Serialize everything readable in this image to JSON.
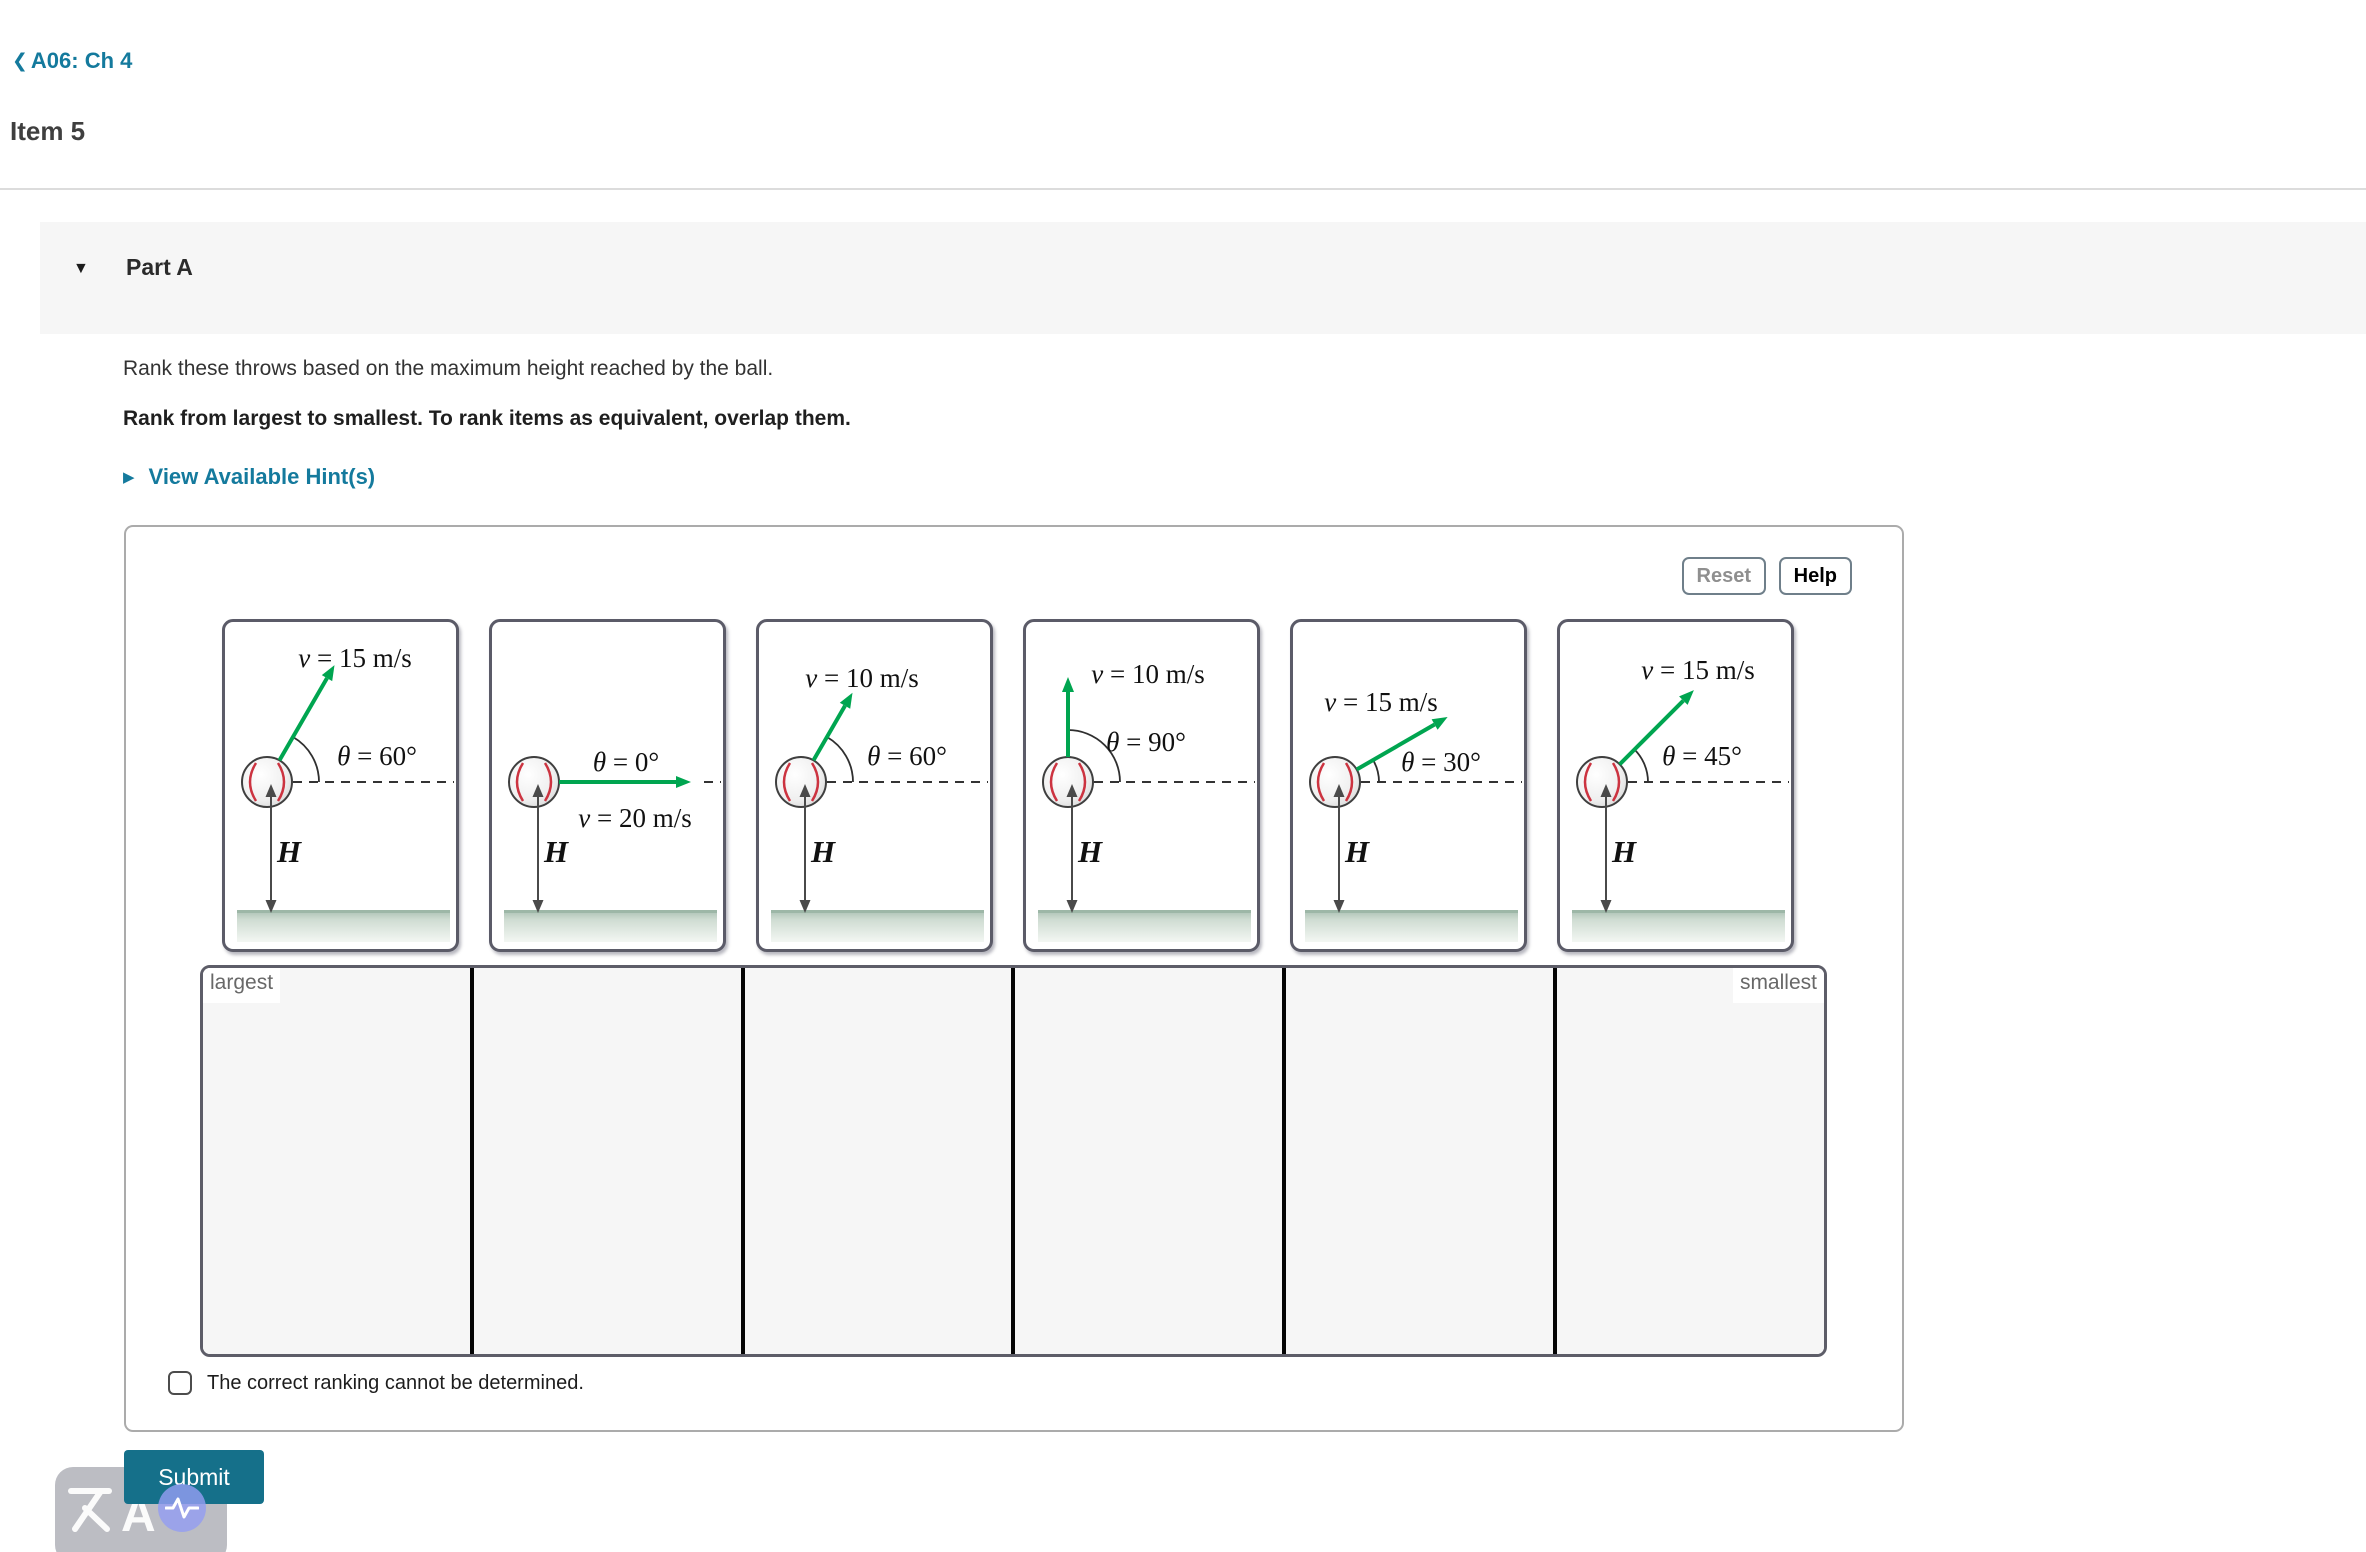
{
  "header": {
    "back_label": "A06: Ch 4",
    "item_title": "Item 5"
  },
  "part": {
    "title": "Part A",
    "question": "Rank these throws based on the maximum height reached by the ball.",
    "instruction": "Rank from largest to smallest. To rank items as equivalent, overlap them.",
    "hint_label": "View Available Hint(s)",
    "cannot_label": "The correct ranking cannot be determined."
  },
  "toolbar": {
    "reset_label": "Reset",
    "help_label": "Help"
  },
  "ranking": {
    "largest_label": "largest",
    "smallest_label": "smallest",
    "slot_count": 6
  },
  "cards": [
    {
      "velocity_sym": "v",
      "velocity_val": "= 15 m/s",
      "angle_sym": "θ",
      "angle_val": "= 60°",
      "angle_deg": 60,
      "height_label": "H"
    },
    {
      "velocity_sym": "v",
      "velocity_val": "= 20 m/s",
      "angle_sym": "θ",
      "angle_val": "= 0°",
      "angle_deg": 0,
      "height_label": "H"
    },
    {
      "velocity_sym": "v",
      "velocity_val": "= 10 m/s",
      "angle_sym": "θ",
      "angle_val": "= 60°",
      "angle_deg": 60,
      "height_label": "H"
    },
    {
      "velocity_sym": "v",
      "velocity_val": "= 10 m/s",
      "angle_sym": "θ",
      "angle_val": "= 90°",
      "angle_deg": 90,
      "height_label": "H"
    },
    {
      "velocity_sym": "v",
      "velocity_val": "= 15 m/s",
      "angle_sym": "θ",
      "angle_val": "= 30°",
      "angle_deg": 30,
      "height_label": "H"
    },
    {
      "velocity_sym": "v",
      "velocity_val": "= 15 m/s",
      "angle_sym": "θ",
      "angle_val": "= 45°",
      "angle_deg": 45,
      "height_label": "H"
    }
  ],
  "footer": {
    "submit_label": "Submit"
  },
  "colors": {
    "accent_teal": "#147a9d",
    "submit_teal": "#15708a",
    "arrow_green": "#00a550",
    "ground_green": "#cfdcd2",
    "card_border": "#5b5b68"
  }
}
